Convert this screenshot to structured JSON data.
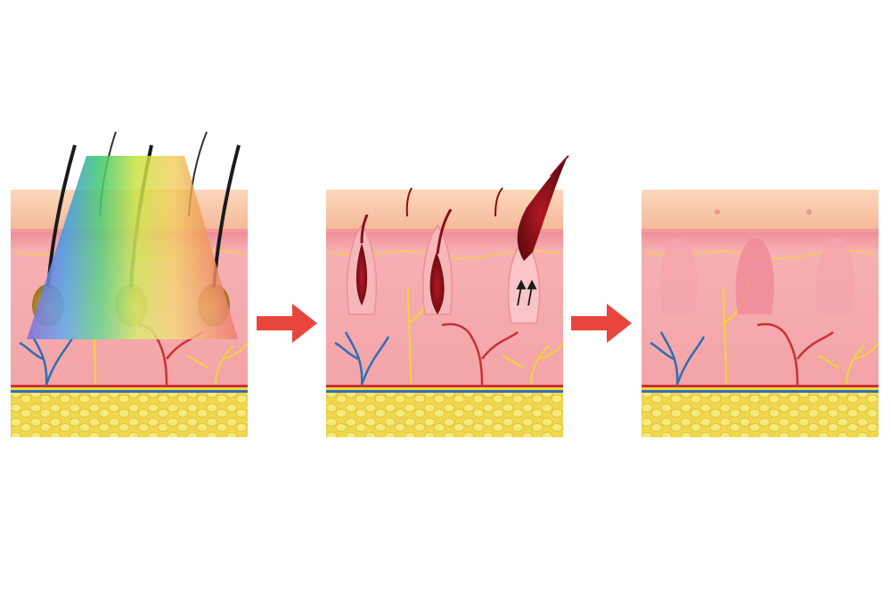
{
  "diagram": {
    "panels": [
      {
        "stage": "light-treatment",
        "hair_count": 5,
        "beam": true
      },
      {
        "stage": "follicle-damage",
        "hair_count": 3,
        "shedding_arrows": true
      },
      {
        "stage": "hair-free",
        "hair_count": 0
      }
    ],
    "arrows": 2,
    "colors": {
      "epidermis": "#f7c6a3",
      "dermis": "#f2a6a6",
      "fat": "#f3e06a",
      "artery": "#c8323a",
      "vein": "#2f6fb5",
      "nerve": "#f2d43a",
      "arrow": "#e8453c",
      "hair": "#1a1a1a",
      "damaged_hair": "#8a0f18"
    }
  }
}
